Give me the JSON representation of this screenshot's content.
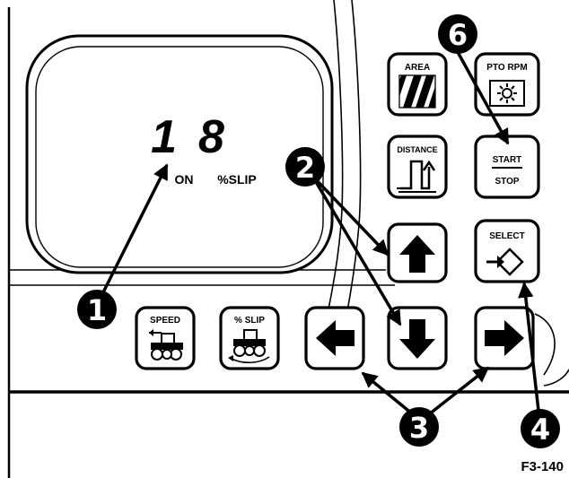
{
  "display": {
    "reading": "18",
    "indicator_on": "ON",
    "indicator_slip": "%SLIP"
  },
  "keys": {
    "area": "AREA",
    "pto_rpm": "PTO RPM",
    "distance": "DISTANCE",
    "start": "START",
    "stop": "STOP",
    "select": "SELECT",
    "speed": "SPEED",
    "slip": "% SLIP"
  },
  "callouts": {
    "c1": "1",
    "c2": "2",
    "c3": "3",
    "c4": "4",
    "c6": "6"
  },
  "figure_id": "F3-140",
  "icons": {
    "area": "hatch-icon",
    "pto": "gear-icon",
    "distance": "distance-wave-icon",
    "up": "arrow-up-icon",
    "down": "arrow-down-icon",
    "left": "arrow-left-icon",
    "right": "arrow-right-icon",
    "select": "select-arrow-icon",
    "speed": "tractor-speed-icon",
    "slip": "tractor-slip-icon"
  }
}
